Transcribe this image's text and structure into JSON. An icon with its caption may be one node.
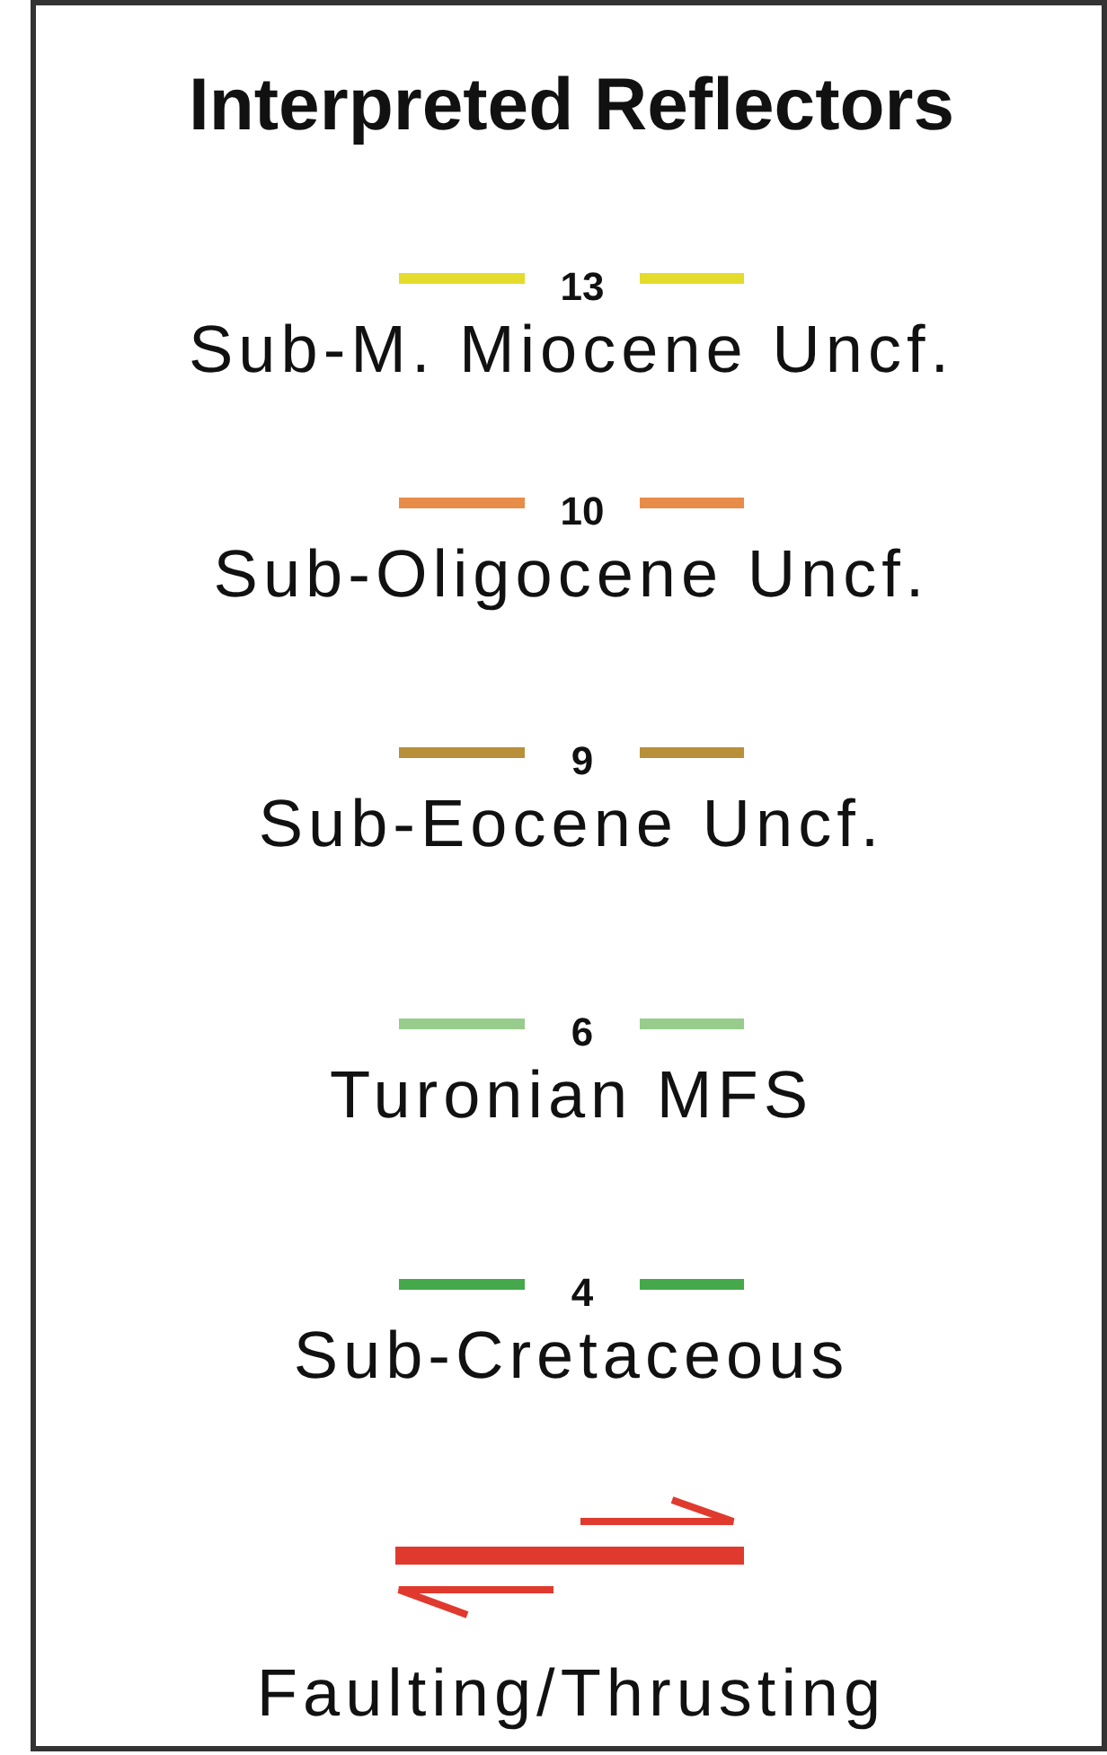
{
  "diagram": {
    "title": "Interpreted Reflectors",
    "labels": [
      "13",
      "10",
      "9",
      "6",
      "4"
    ],
    "legend": [
      {
        "text": "Sub-M. Miocene Uncf.",
        "color": "#e3dc2c"
      },
      {
        "text": "Sub-Oligocene Uncf.",
        "color": "#e88c4a"
      },
      {
        "text": "Sub-Eocene Uncf.",
        "color": "#b8903a"
      },
      {
        "text": "Turonian MFS",
        "color": "#98cc8c"
      },
      {
        "text": "Sub-Cretaceous",
        "color": "#45a84a"
      },
      {
        "text": "Faulting/Thrusting"
      }
    ]
  }
}
